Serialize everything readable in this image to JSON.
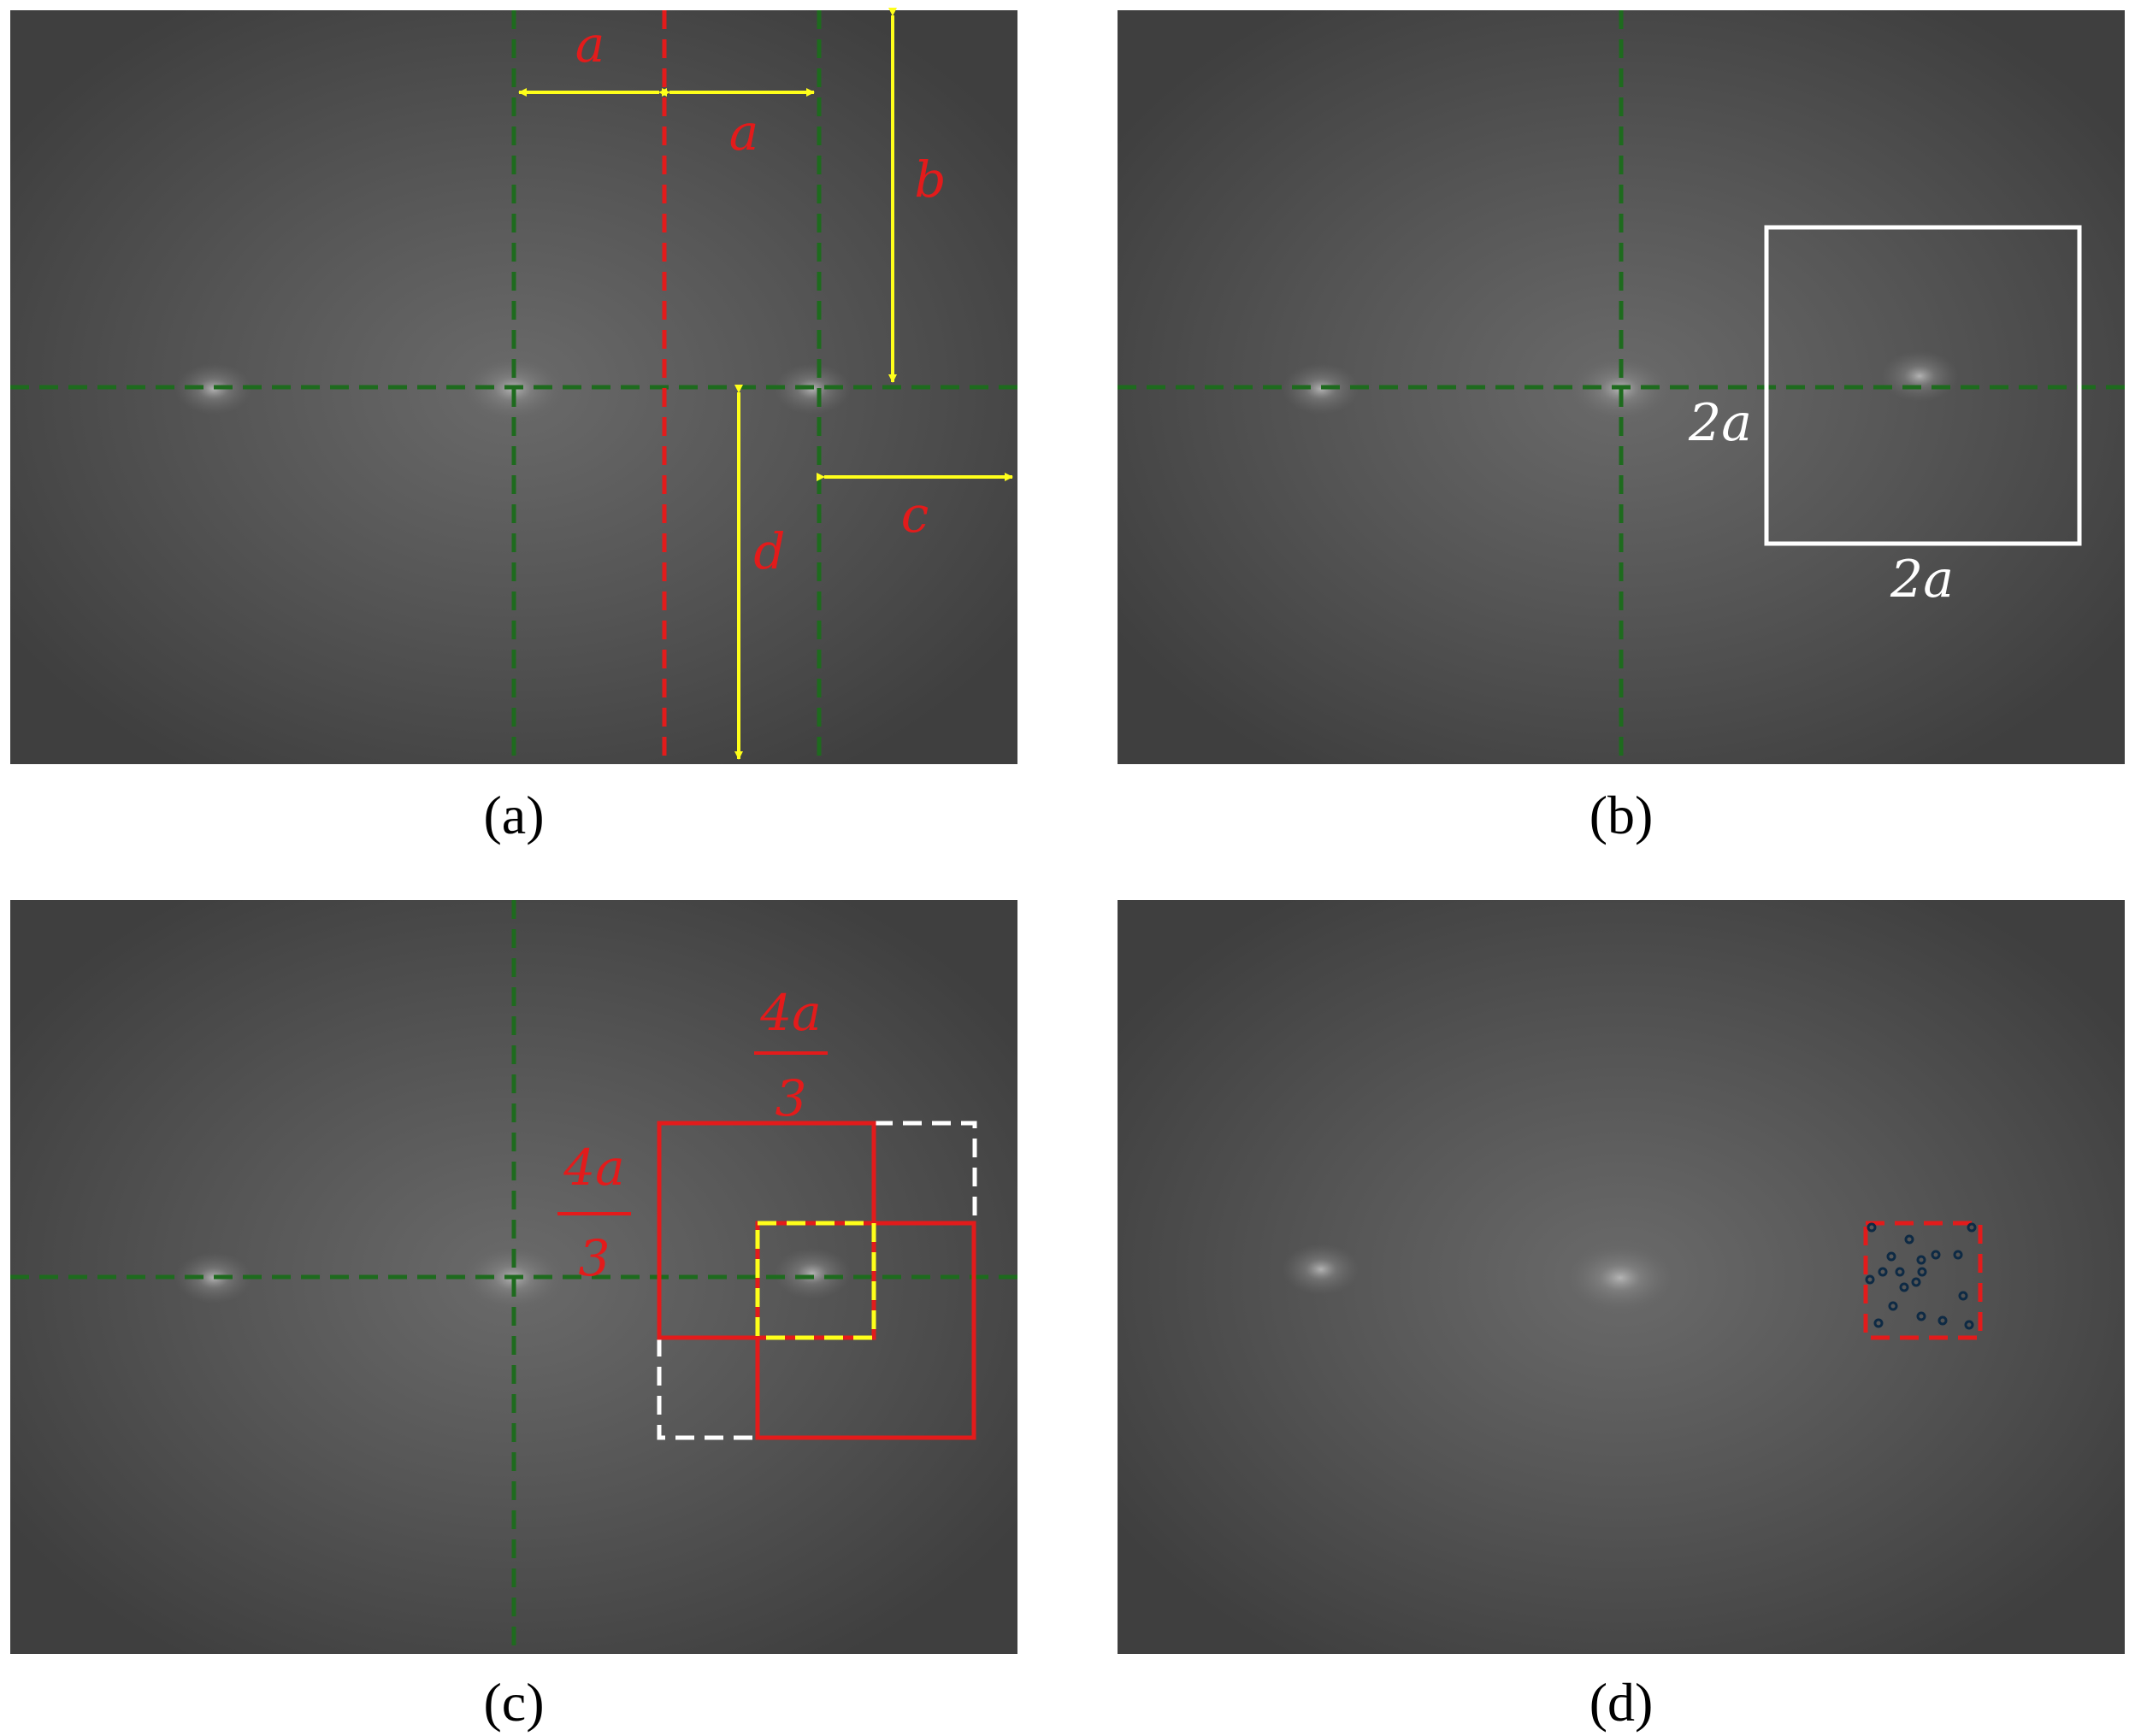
{
  "panels": [
    {
      "id": "a",
      "caption": "(a)"
    },
    {
      "id": "b",
      "caption": "(b)"
    },
    {
      "id": "c",
      "caption": "(c)"
    },
    {
      "id": "d",
      "caption": "(d)"
    }
  ],
  "labels": {
    "a_top_left": "a",
    "a_top_right": "a",
    "b": "b",
    "c": "c",
    "d": "d",
    "box_height": "2a",
    "box_width": "2a",
    "frac_top_num": "4a",
    "frac_top_den": "3",
    "frac_left_num": "4a",
    "frac_left_den": "3"
  },
  "colors": {
    "background_image": "#4a4a4a",
    "green_dashed": "#1e6b1e",
    "red": "#e31b1b",
    "yellow": "#ffff1a",
    "white": "#ffffff"
  }
}
